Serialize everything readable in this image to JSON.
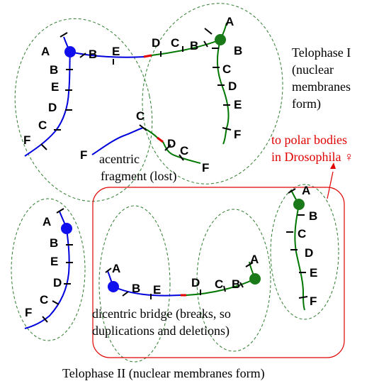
{
  "telophase1": {
    "title_lines": [
      "Telophase I",
      "(nuclear",
      "membranes",
      "form)"
    ]
  },
  "polar_note_lines": [
    "to polar bodies",
    "in Drosophila ♀"
  ],
  "acentric_lines": [
    "acentric",
    "fragment (lost)"
  ],
  "dicentric_lines": [
    "dicentric bridge (breaks, so",
    "duplications and deletions)"
  ],
  "telophase2": {
    "title": "Telophase II (nuclear membranes form)"
  },
  "genes": [
    "A",
    "B",
    "C",
    "D",
    "E",
    "F"
  ],
  "colors": {
    "maternal_blue": "#0000dd",
    "paternal_green": "#007700",
    "crossover_red": "#e00000",
    "centromere_blue": "#1010ee",
    "centromere_green": "#1a7a1a",
    "nuclear_membrane": "#2e7d2e",
    "polar_box": "#e00000"
  }
}
